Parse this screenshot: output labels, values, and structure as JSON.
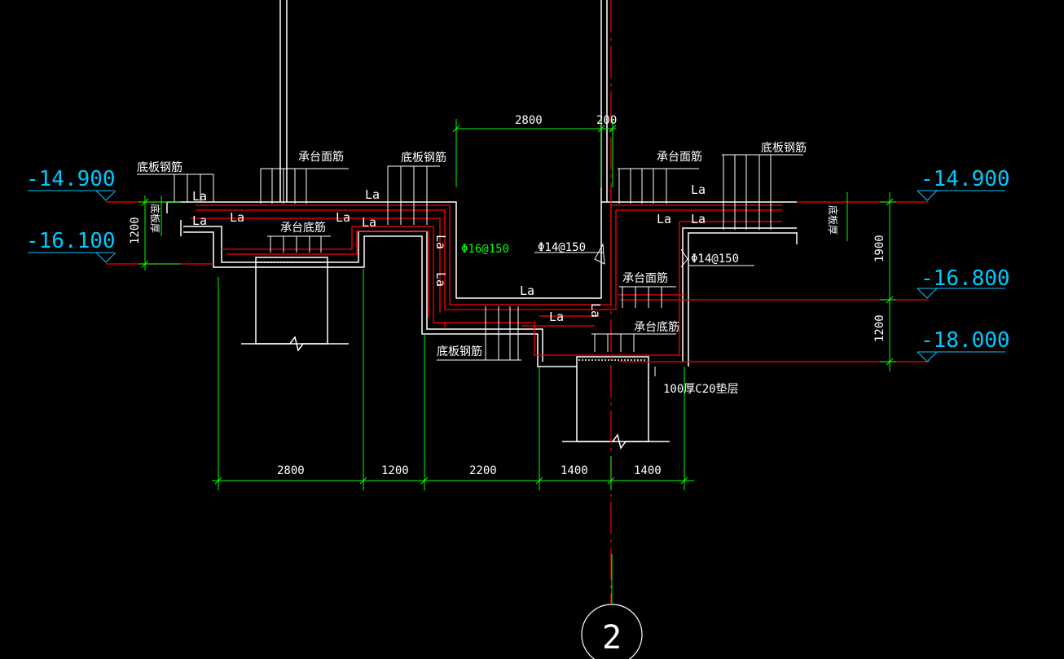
{
  "colors": {
    "background": "#000000",
    "structure": "#ffffff",
    "rebar": "#ff0000",
    "dimension": "#00ff00",
    "elevation": "#00c8ff",
    "centerline": "#ff0000"
  },
  "elevations": {
    "left_top": "-14.900",
    "left_bottom": "-16.100",
    "right_top": "-14.900",
    "right_mid": "-16.800",
    "right_bottom": "-18.000"
  },
  "dimensions": {
    "top_width": "2800",
    "top_side": "200",
    "left_height": "1200",
    "right_upper_height": "1900",
    "right_lower_height": "1200",
    "bottom": [
      "2800",
      "1200",
      "2200",
      "1400",
      "1400"
    ]
  },
  "labels": {
    "bottom_slab_rebar": "底板钢筋",
    "cap_top_rebar": "承台面筋",
    "cap_bottom_rebar": "承台底筋",
    "slab_thickness": "底板厚",
    "anchor_length": "La",
    "rebar_phi16": "Φ16@150",
    "rebar_phi14": "Φ14@150",
    "cushion_layer": "100厚C20垫层"
  },
  "section_marker": "2"
}
